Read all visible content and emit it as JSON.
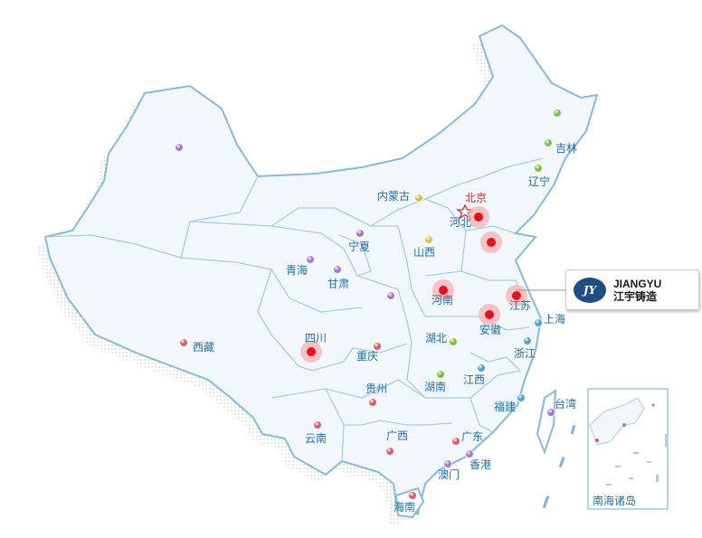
{
  "capital": {
    "name": "北京"
  },
  "provinces": [
    {
      "id": "xinjiang",
      "label": "",
      "color": "#a776d6"
    },
    {
      "id": "xizang",
      "label": "西藏",
      "color": "#e05a6a"
    },
    {
      "id": "qinghai",
      "label": "青海",
      "color": "#a776d6"
    },
    {
      "id": "gansu",
      "label": "甘肃",
      "color": "#a776d6"
    },
    {
      "id": "ningxia",
      "label": "宁夏",
      "color": "#a776d6"
    },
    {
      "id": "neimenggu",
      "label": "内蒙古",
      "color": "#d3c33a"
    },
    {
      "id": "heilongjiang",
      "label": "",
      "color": "#7cc043"
    },
    {
      "id": "jilin",
      "label": "吉林",
      "color": "#7cc043"
    },
    {
      "id": "liaoning",
      "label": "辽宁",
      "color": "#7cc043"
    },
    {
      "id": "hebei",
      "label": "河北",
      "color": "#d3c33a"
    },
    {
      "id": "shanxi",
      "label": "山西",
      "color": "#d3c33a"
    },
    {
      "id": "shaanxi",
      "label": "",
      "color": "#a776d6"
    },
    {
      "id": "henan",
      "label": "河南",
      "color": "#e8262a"
    },
    {
      "id": "jiangsu",
      "label": "江苏",
      "color": "#e8262a"
    },
    {
      "id": "anhui",
      "label": "安徽",
      "color": "#e8262a"
    },
    {
      "id": "shanghai",
      "label": "上海",
      "color": "#4aa3d6"
    },
    {
      "id": "hubei",
      "label": "湖北",
      "color": "#7cc043"
    },
    {
      "id": "sichuan",
      "label": "四川",
      "color": "#e8262a"
    },
    {
      "id": "chongqing",
      "label": "重庆",
      "color": "#e05a6a"
    },
    {
      "id": "zhejiang",
      "label": "浙江",
      "color": "#4aa3d6"
    },
    {
      "id": "jiangxi",
      "label": "江西",
      "color": "#4aa3d6"
    },
    {
      "id": "hunan",
      "label": "湖南",
      "color": "#7cc043"
    },
    {
      "id": "guizhou",
      "label": "贵州",
      "color": "#e05a6a"
    },
    {
      "id": "fujian",
      "label": "福建",
      "color": "#4aa3d6"
    },
    {
      "id": "taiwan",
      "label": "台湾",
      "color": "#a776d6"
    },
    {
      "id": "yunnan",
      "label": "云南",
      "color": "#e05a6a"
    },
    {
      "id": "guangxi",
      "label": "广西",
      "color": "#e05a6a"
    },
    {
      "id": "guangdong",
      "label": "广东",
      "color": "#e05a6a"
    },
    {
      "id": "xianggang",
      "label": "香港",
      "color": "#a776d6"
    },
    {
      "id": "aomen",
      "label": "澳门",
      "color": "#a776d6"
    },
    {
      "id": "hainan",
      "label": "海南",
      "color": "#e05a6a"
    },
    {
      "id": "shandong",
      "label": "",
      "color": "#e8262a"
    }
  ],
  "highlighted": [
    "sichuan",
    "henan",
    "hebei",
    "shandong",
    "jiangsu",
    "anhui"
  ],
  "inset": {
    "label": "南海诸岛"
  },
  "logo": {
    "mark": "JY",
    "name_en": "JIANGYU",
    "name_zh": "江宇铸造"
  }
}
